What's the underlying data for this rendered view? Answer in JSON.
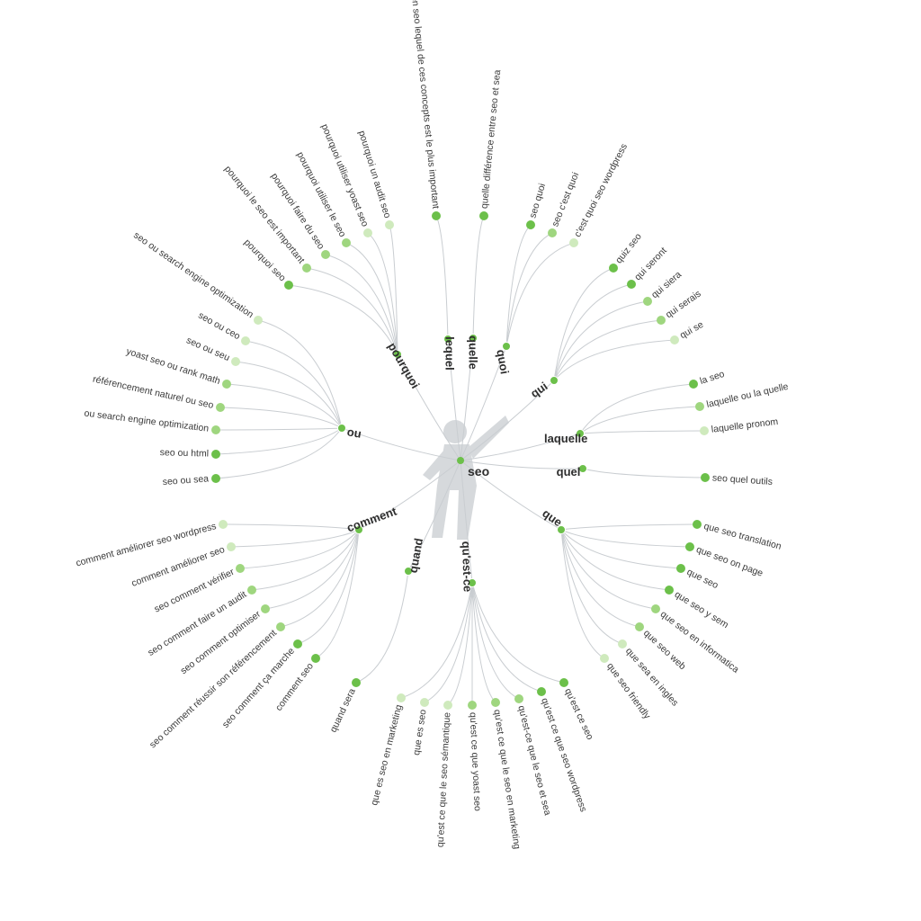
{
  "root": {
    "label": "seo",
    "color": "#6cc04a"
  },
  "colors": {
    "line": "#c9cdd1",
    "mid_node": "#6cc04a",
    "leaf_strong": "#6cc04a",
    "leaf_medium": "#9fd67f",
    "leaf_light": "#cfeabd",
    "text": "#3a3a3a"
  },
  "categories": [
    {
      "id": "lequel",
      "label": "lequel",
      "leaves": [
        {
          "label": "en seo lequel de ces concepts est le plus important",
          "level": 1
        }
      ]
    },
    {
      "id": "quelle",
      "label": "quelle",
      "leaves": [
        {
          "label": "quelle différence entre seo et sea",
          "level": 1
        }
      ]
    },
    {
      "id": "quoi",
      "label": "quoi",
      "leaves": [
        {
          "label": "seo quoi",
          "level": 1
        },
        {
          "label": "seo c'est quoi",
          "level": 2
        },
        {
          "label": "c'est quoi seo wordpress",
          "level": 3
        }
      ]
    },
    {
      "id": "qui",
      "label": "qui",
      "leaves": [
        {
          "label": "quiz seo",
          "level": 1
        },
        {
          "label": "qui seront",
          "level": 1
        },
        {
          "label": "qui siera",
          "level": 2
        },
        {
          "label": "qui serais",
          "level": 2
        },
        {
          "label": "qui se",
          "level": 3
        }
      ]
    },
    {
      "id": "laquelle",
      "label": "laquelle",
      "leaves": [
        {
          "label": "la seo",
          "level": 1
        },
        {
          "label": "laquelle ou la quelle",
          "level": 2
        },
        {
          "label": "laquelle pronom",
          "level": 3
        }
      ]
    },
    {
      "id": "quel",
      "label": "quel",
      "leaves": [
        {
          "label": "seo quel outils",
          "level": 1
        }
      ]
    },
    {
      "id": "que",
      "label": "que",
      "leaves": [
        {
          "label": "que seo translation",
          "level": 1
        },
        {
          "label": "que seo on page",
          "level": 1
        },
        {
          "label": "que seo",
          "level": 1
        },
        {
          "label": "que seo y sem",
          "level": 1
        },
        {
          "label": "que seo en informatica",
          "level": 2
        },
        {
          "label": "que seo web",
          "level": 2
        },
        {
          "label": "que sea en ingles",
          "level": 3
        },
        {
          "label": "que seo friendly",
          "level": 3
        }
      ]
    },
    {
      "id": "quest-ce",
      "label": "qu'est-ce",
      "leaves": [
        {
          "label": "qu'est ce seo",
          "level": 1
        },
        {
          "label": "qu'est ce que seo wordpress",
          "level": 1
        },
        {
          "label": "qu'est-ce que le seo et sea",
          "level": 2
        },
        {
          "label": "qu'est ce que le seo en marketing",
          "level": 2
        },
        {
          "label": "qu'est ce que yoast seo",
          "level": 2
        },
        {
          "label": "qu'est ce que le seo sémantique",
          "level": 3
        },
        {
          "label": "que es seo",
          "level": 3
        },
        {
          "label": "que es seo en marketing",
          "level": 3
        }
      ]
    },
    {
      "id": "quand",
      "label": "quand",
      "leaves": [
        {
          "label": "quand sera",
          "level": 1
        }
      ]
    },
    {
      "id": "comment",
      "label": "comment",
      "leaves": [
        {
          "label": "comment seo",
          "level": 1
        },
        {
          "label": "seo comment ça marche",
          "level": 1
        },
        {
          "label": "seo comment réussir son référencement",
          "level": 2
        },
        {
          "label": "seo comment optimiser",
          "level": 2
        },
        {
          "label": "seo comment faire un audit",
          "level": 2
        },
        {
          "label": "seo comment vérifier",
          "level": 2
        },
        {
          "label": "comment améliorer seo",
          "level": 3
        },
        {
          "label": "comment améliorer seo wordpress",
          "level": 3
        }
      ]
    },
    {
      "id": "ou",
      "label": "ou",
      "leaves": [
        {
          "label": "seo ou sea",
          "level": 1
        },
        {
          "label": "seo ou html",
          "level": 1
        },
        {
          "label": "ou search engine optimization",
          "level": 2
        },
        {
          "label": "référencement naturel ou seo",
          "level": 2
        },
        {
          "label": "yoast seo ou rank math",
          "level": 2
        },
        {
          "label": "seo ou seu",
          "level": 3
        },
        {
          "label": "seo ou ceo",
          "level": 3
        },
        {
          "label": "seo ou search engine optimization",
          "level": 3
        }
      ]
    },
    {
      "id": "pourquoi",
      "label": "pourquoi",
      "leaves": [
        {
          "label": "pourquoi seo",
          "level": 1
        },
        {
          "label": "pourquoi le seo est important",
          "level": 2
        },
        {
          "label": "pourquoi faire du seo",
          "level": 2
        },
        {
          "label": "pourquoi utiliser le seo",
          "level": 2
        },
        {
          "label": "pourquoi utiliser yoast seo",
          "level": 3
        },
        {
          "label": "pourquoi un audit seo",
          "level": 3
        }
      ]
    }
  ]
}
